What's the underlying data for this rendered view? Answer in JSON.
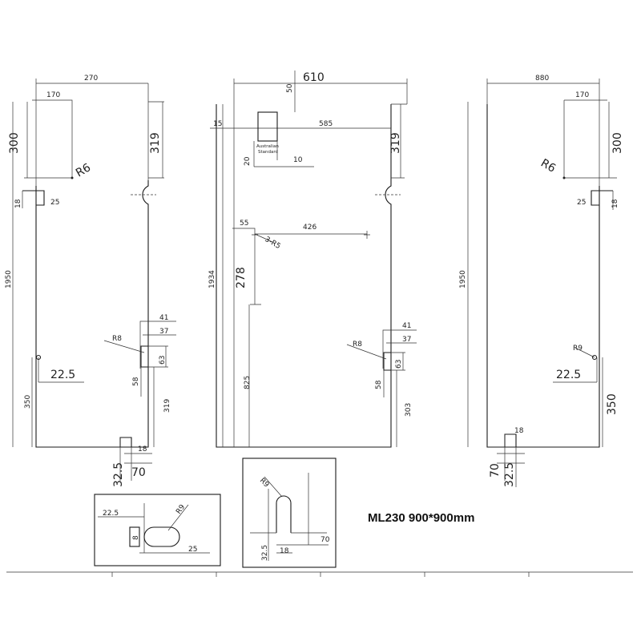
{
  "title": "ML230 900*900mm",
  "left": {
    "w_270": "270",
    "w_170": "170",
    "h_300": "300",
    "r6": "R6",
    "h_319": "319",
    "d_18": "18",
    "d_25": "25",
    "h_1950": "1950",
    "d_41": "41",
    "d_37": "37",
    "r8": "R8",
    "d_63": "63",
    "d_225": "22.5",
    "d_58": "58",
    "h_350": "350",
    "h_319b": "319",
    "d_18b": "18",
    "d_325": "32.5",
    "d_70": "70"
  },
  "middle": {
    "w_610": "610",
    "d_50": "50",
    "d_15": "15",
    "w_585": "585",
    "h_319": "319",
    "label_line1": "Australian",
    "label_line2": "Standard",
    "d_20": "20",
    "d_10": "10",
    "d_55": "55",
    "w_426": "426",
    "r3": "3-R5",
    "h_1934": "1934",
    "h_278": "278",
    "d_41": "41",
    "d_37": "37",
    "r8": "R8",
    "d_63": "63",
    "h_825": "825",
    "d_58": "58",
    "h_303": "303"
  },
  "right": {
    "w_880": "880",
    "w_170": "170",
    "h_300": "300",
    "r6": "R6",
    "d_25": "25",
    "d_18": "18",
    "h_1950": "1950",
    "r9": "R9",
    "d_225": "22.5",
    "h_350": "350",
    "d_18b": "18",
    "d_70": "70",
    "d_325": "32.5"
  },
  "detail_left": {
    "d_225": "22.5",
    "r9": "R9",
    "d_8": "8",
    "d_25": "25"
  },
  "detail_right": {
    "r9": "R9",
    "d_70": "70",
    "d_325": "32.5",
    "d_18": "18"
  }
}
